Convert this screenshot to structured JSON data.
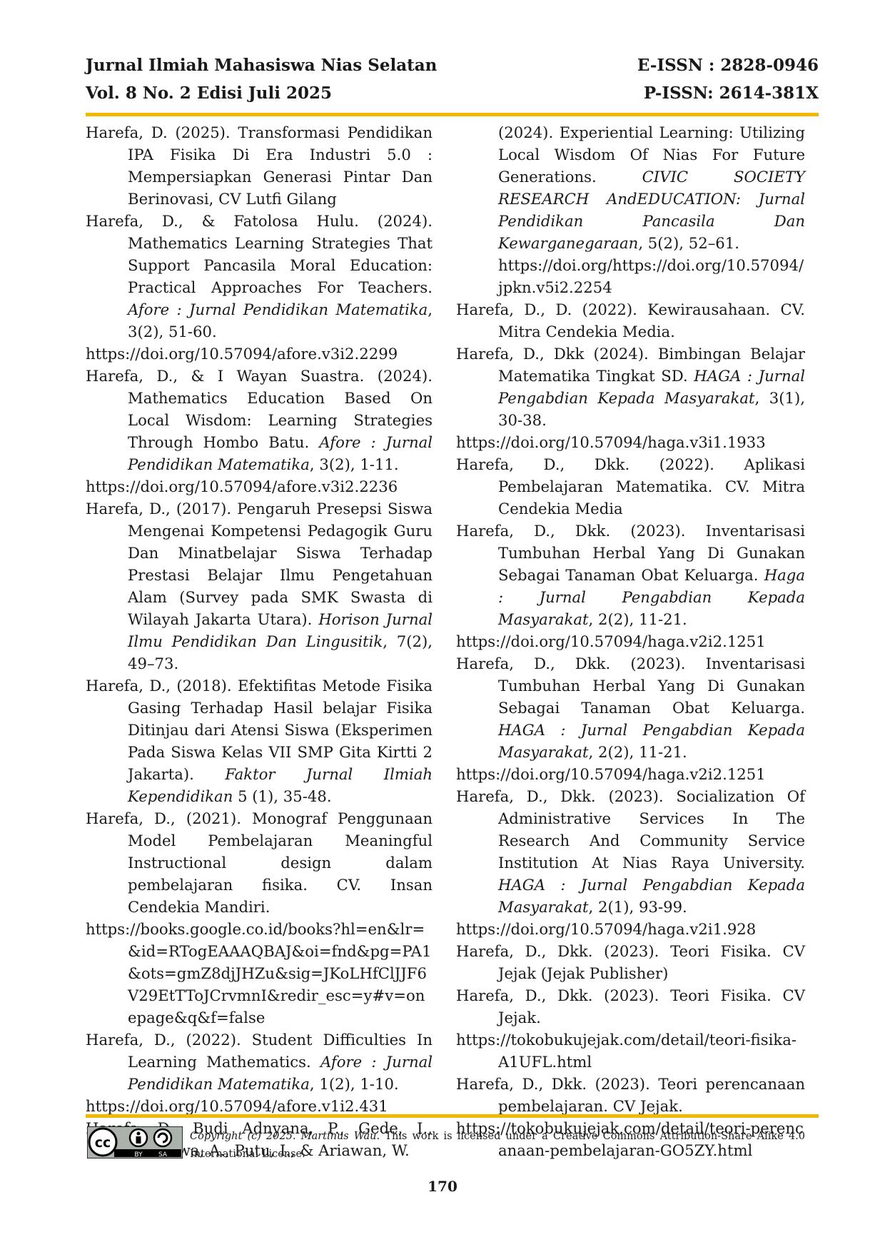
{
  "header": {
    "journal": "Jurnal Ilmiah Mahasiswa Nias Selatan",
    "volume": "Vol. 8 No. 2 Edisi Juli 2025",
    "eissn": "E-ISSN : 2828-0946",
    "pissn": "P-ISSN: 2614-381X"
  },
  "left": [
    {
      "text": "Harefa, D. (2025). Transformasi Pendidikan IPA Fisika Di Era Industri 5.0 : Mempersiapkan Generasi Pintar Dan Berinovasi, CV Lutfi Gilang"
    },
    {
      "pre": "Harefa, D., & Fatolosa Hulu. (2024). Mathematics Learning Strategies That Support Pancasila Moral Education: Practical Approaches For Teachers. ",
      "it": "Afore : Jurnal Pendidikan Matematika",
      "post": ", 3(2), 51-60.",
      "url": "https://doi.org/10.57094/afore.v3i2.2299"
    },
    {
      "pre": "Harefa, D., & I Wayan Suastra. (2024). Mathematics Education Based On Local Wisdom: Learning Strategies Through Hombo Batu. ",
      "it": "Afore : Jurnal Pendidikan Matematika",
      "post": ", 3(2), 1-11.",
      "url": "https://doi.org/10.57094/afore.v3i2.2236"
    },
    {
      "pre": "Harefa, D., (2017). Pengaruh Presepsi Siswa Mengenai Kompetensi Pedagogik Guru Dan Minatbelajar Siswa Terhadap Prestasi Belajar Ilmu Pengetahuan Alam (Survey pada SMK Swasta di Wilayah Jakarta Utara). ",
      "it": "Horison Jurnal Ilmu Pendidikan Dan Lingusitik",
      "post": ", 7(2), 49–73."
    },
    {
      "pre": "Harefa, D., (2018). Efektifitas Metode Fisika Gasing Terhadap Hasil belajar Fisika Ditinjau dari Atensi Siswa (Eksperimen Pada Siswa Kelas VII SMP Gita Kirtti 2 Jakarta). ",
      "it": "Faktor Jurnal Ilmiah Kependidikan",
      "post": " 5 (1), 35-48."
    },
    {
      "pre": "Harefa, D., (2021). Monograf Penggunaan Model Pembelajaran Meaningful Instructional design dalam pembelajaran fisika. CV. Insan Cendekia Mandiri.",
      "url": "https://books.google.co.id/books?hl=en&lr=&id=RTogEAAAQBAJ&oi=fnd&pg=PA1&ots=gmZ8djJHZu&sig=JKoLHfClJJF6V29EtTToJCrvmnI&redir_esc=y#v=onepage&q&f=false"
    },
    {
      "pre": "Harefa, D., (2022). Student Difficulties In Learning Mathematics. ",
      "it": "Afore : Jurnal Pendidikan Matematika",
      "post": ", 1(2), 1-10.",
      "url": "https://doi.org/10.57094/afore.v1i2.431"
    },
    {
      "text": "Harefa, D., Budi Adnyana, P., Gede, I., Wesnawa, A., Putu, I., & Ariawan, W."
    }
  ],
  "right_cont": {
    "pre": "(2024). Experiential Learning: Utilizing Local Wisdom Of Nias For Future Generations. ",
    "it": "CIVIC SOCIETY RESEARCH AndEDUCATION: Jurnal Pendidikan Pancasila Dan Kewarganegaraan",
    "post": ", 5(2), 52–61.",
    "url": "https://doi.org/https://doi.org/10.57094/jpkn.v5i2.2254"
  },
  "right": [
    {
      "text": "Harefa, D., D. (2022). Kewirausahaan. CV. Mitra Cendekia Media."
    },
    {
      "pre": "Harefa, D., Dkk (2024). Bimbingan Belajar Matematika Tingkat SD. ",
      "it": "HAGA : Jurnal Pengabdian Kepada Masyarakat",
      "post": ", 3(1), 30-38.",
      "url": "https://doi.org/10.57094/haga.v3i1.1933"
    },
    {
      "text": "Harefa, D., Dkk. (2022). Aplikasi Pembelajaran Matematika. CV. Mitra Cendekia Media"
    },
    {
      "pre": "Harefa, D., Dkk. (2023). Inventarisasi Tumbuhan Herbal Yang Di Gunakan Sebagai Tanaman Obat Keluarga. ",
      "it": "Haga : Jurnal Pengabdian Kepada Masyarakat",
      "post": ", 2(2), 11-21.",
      "url": "https://doi.org/10.57094/haga.v2i2.1251"
    },
    {
      "pre": "Harefa, D., Dkk. (2023). Inventarisasi Tumbuhan Herbal Yang Di Gunakan Sebagai Tanaman Obat Keluarga. ",
      "it": "HAGA : Jurnal Pengabdian Kepada Masyarakat",
      "post": ", 2(2), 11-21.",
      "url": "https://doi.org/10.57094/haga.v2i2.1251"
    },
    {
      "pre": "Harefa, D., Dkk. (2023). Socialization Of Administrative Services In The Research And Community Service Institution At Nias Raya University. ",
      "it": "HAGA : Jurnal Pengabdian Kepada Masyarakat",
      "post": ", 2(1), 93-99.",
      "url": "https://doi.org/10.57094/haga.v2i1.928"
    },
    {
      "text": "Harefa, D., Dkk. (2023). Teori Fisika. CV Jejak (Jejak Publisher)"
    },
    {
      "pre": "Harefa, D., Dkk. (2023). Teori Fisika. CV Jejak.",
      "url": "https://tokobukujejak.com/detail/teori-fisika-A1UFL.html"
    },
    {
      "pre": "Harefa, D., Dkk. (2023). Teori perencanaan pembelajaran. CV Jejak.",
      "url": "https://tokobukujejak.com/detail/teori-perencanaan-pembelajaran-GO5ZY.html"
    }
  ],
  "footer": {
    "license_italic": "Copyright (c) 2025. Martinus Wau",
    "license_text": ". This work is licensed under a Creative Commons Attribution-Share Alike 4.0 International License.",
    "cc_label": "cc",
    "by_label": "BY",
    "sa_label": "SA",
    "page_number": "170"
  }
}
